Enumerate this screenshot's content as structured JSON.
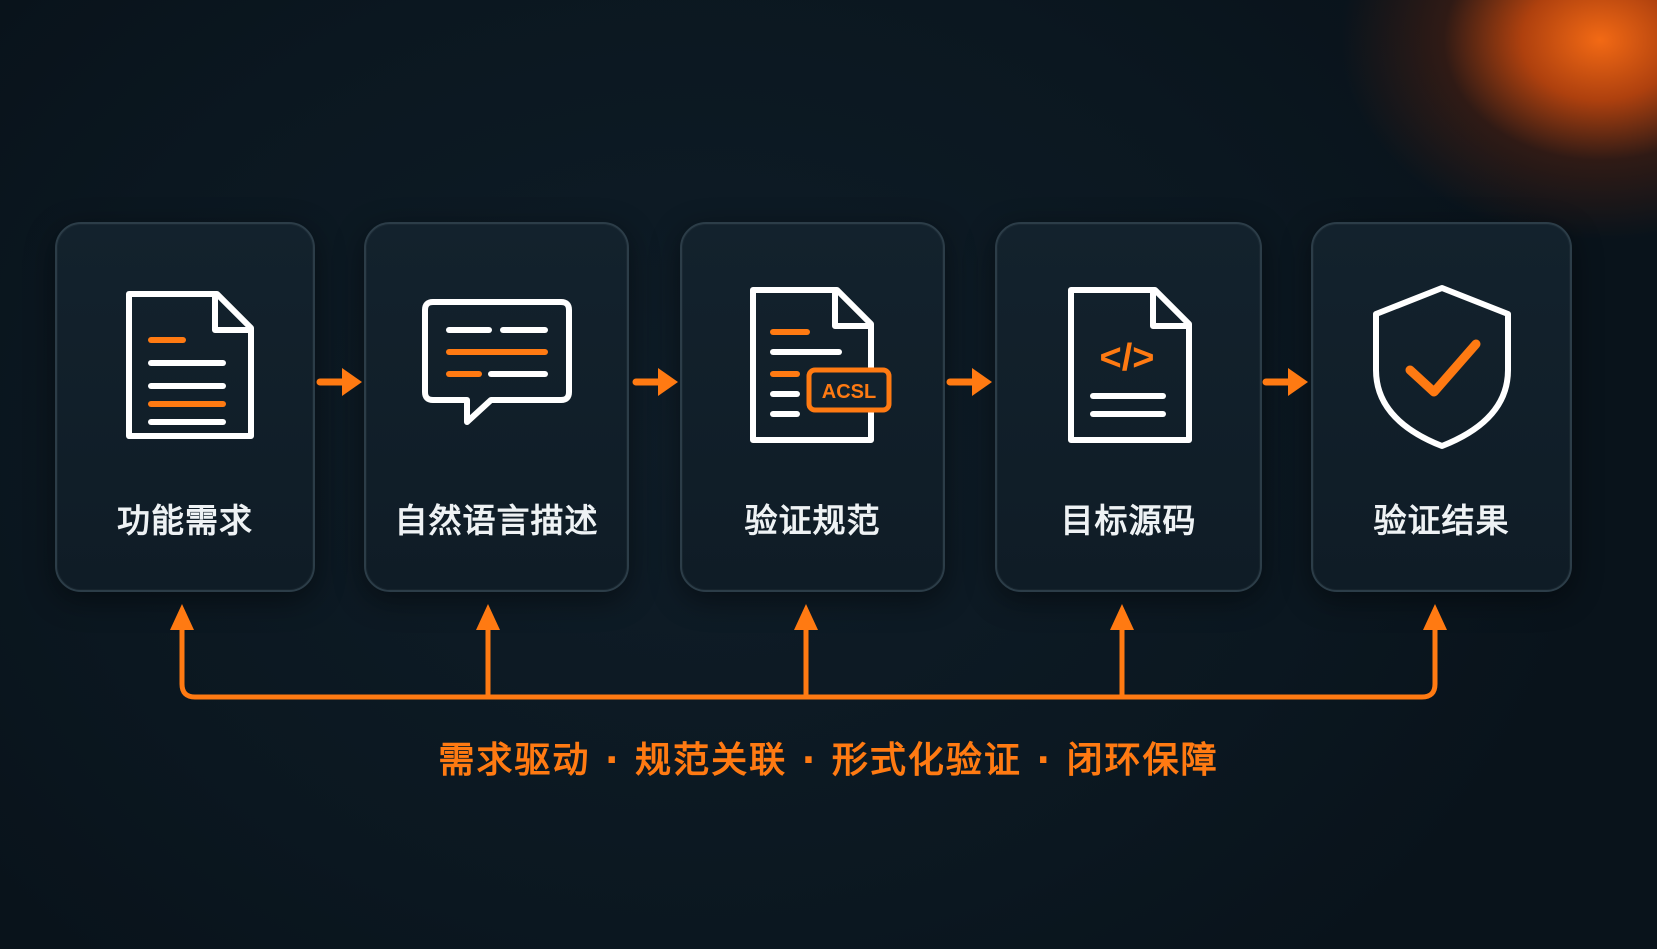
{
  "steps": [
    {
      "label": "功能需求",
      "icon": "document-icon"
    },
    {
      "label": "自然语言描述",
      "icon": "speech-bubble-icon"
    },
    {
      "label": "验证规范",
      "icon": "acsl-document-icon",
      "badge": "ACSL"
    },
    {
      "label": "目标源码",
      "icon": "code-file-icon",
      "code": "</>"
    },
    {
      "label": "验证结果",
      "icon": "shield-check-icon"
    }
  ],
  "tagline": "需求驱动 · 规范关联 · 形式化验证 · 闭环保障",
  "colors": {
    "accent": "#ff7a12",
    "card_border": "#2c3d48",
    "background": "#0b1720",
    "text": "#eef2f4"
  }
}
